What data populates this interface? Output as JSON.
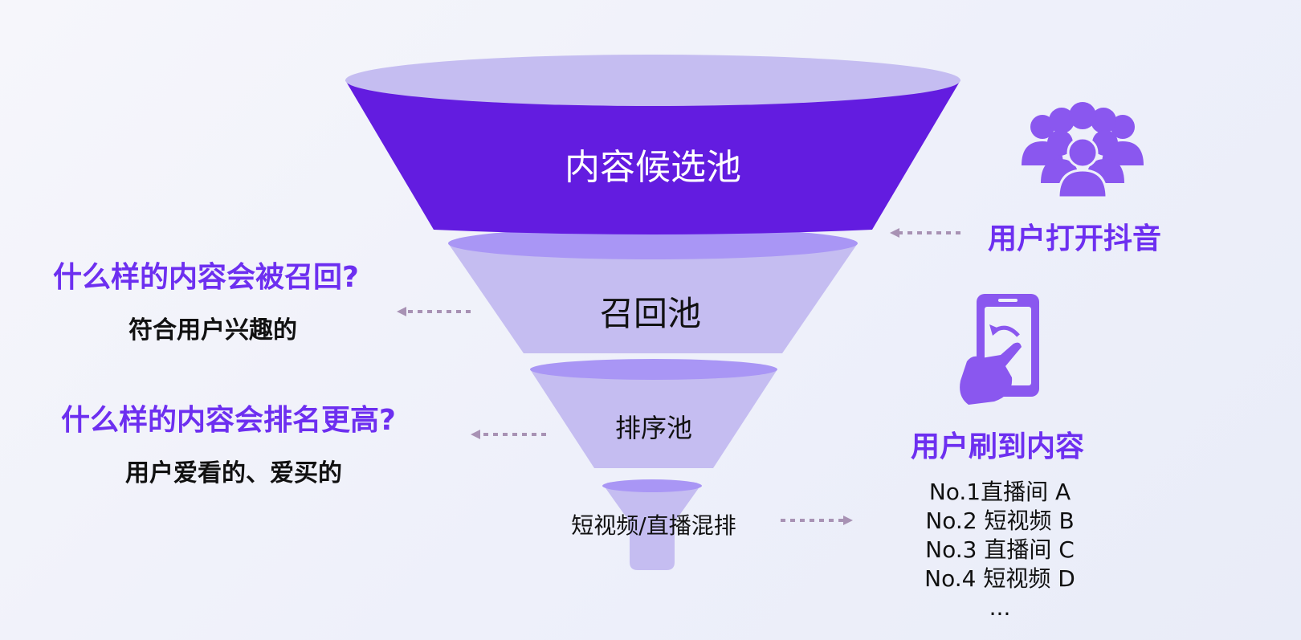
{
  "funnel": {
    "stage1": "内容候选池",
    "stage2": "召回池",
    "stage3": "排序池",
    "stage4": "短视频/直播混排"
  },
  "left": {
    "question1": "什么样的内容会被召回?",
    "answer1": "符合用户兴趣的",
    "question2": "什么样的内容会排名更高?",
    "answer2": "用户爱看的、爱买的"
  },
  "right": {
    "open_app": "用户打开抖音",
    "scroll_content": "用户刷到内容",
    "ranking": [
      "No.1直播间 A",
      "No.2 短视频 B",
      "No.3 直播间 C",
      "No.4 短视频 D",
      "..."
    ]
  },
  "icons": [
    "people-group-icon",
    "phone-swipe-icon"
  ],
  "colors": {
    "top_stage": "#631ce0",
    "light_stage": "#c5bdf1",
    "stage_rim": "#a996f5",
    "accent_text": "#6d2ff0",
    "arrow": "#a892b4"
  }
}
